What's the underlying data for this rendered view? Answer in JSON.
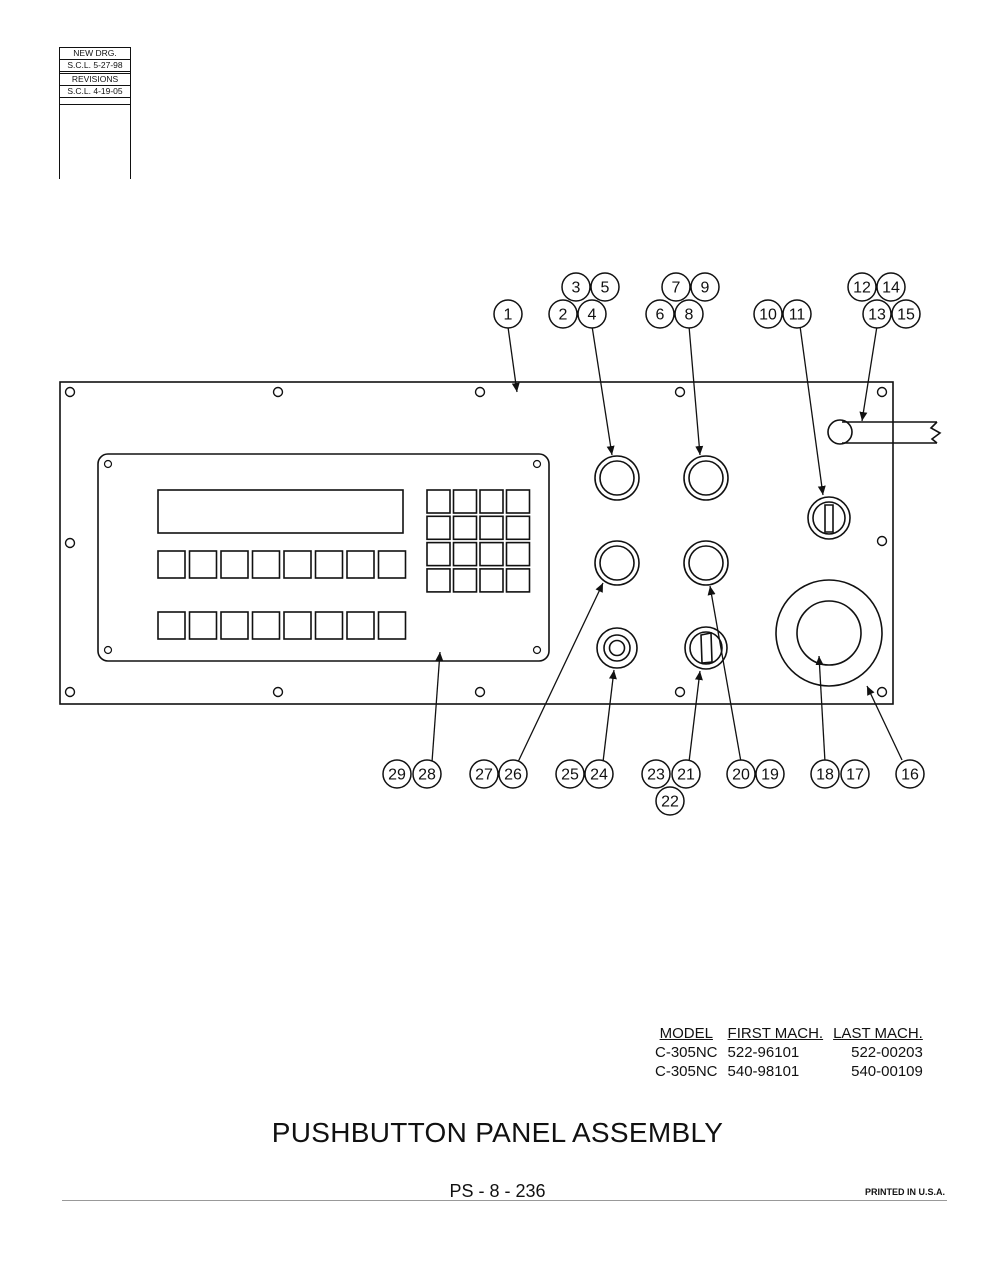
{
  "revision_block": {
    "rows": [
      "NEW DRG.",
      "S.C.L. 5-27-98",
      "REVISIONS",
      "S.C.L. 4-19-05"
    ]
  },
  "callouts": [
    "1",
    "2",
    "3",
    "4",
    "5",
    "6",
    "7",
    "8",
    "9",
    "10",
    "11",
    "12",
    "13",
    "14",
    "15",
    "16",
    "17",
    "18",
    "19",
    "20",
    "21",
    "22",
    "23",
    "24",
    "25",
    "26",
    "27",
    "28",
    "29"
  ],
  "model_table": {
    "headers": [
      "MODEL",
      "FIRST MACH.",
      "LAST MACH."
    ],
    "rows": [
      [
        "C-305NC",
        "522-96101",
        "522-00203"
      ],
      [
        "C-305NC",
        "540-98101",
        "540-00109"
      ]
    ]
  },
  "title": "PUSHBUTTON PANEL ASSEMBLY",
  "page_number": "PS - 8 - 236",
  "printed": "PRINTED IN U.S.A."
}
